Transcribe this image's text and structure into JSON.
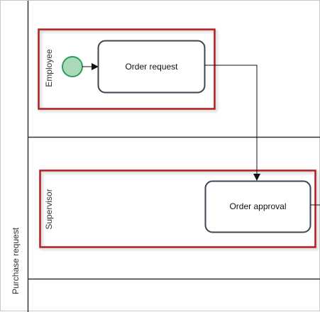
{
  "pool": {
    "label": "Purchase request"
  },
  "lanes": [
    {
      "label": "Employee"
    },
    {
      "label": "Supervisor"
    }
  ],
  "tasks": [
    {
      "label": "Order request"
    },
    {
      "label": "Order approval"
    }
  ],
  "colors": {
    "pool_border": "#333333",
    "task_border": "#3a4650",
    "start_event_fill": "#a9d9b8",
    "start_event_stroke": "#2e9e5a",
    "highlight_border": "#b01f24",
    "flow_line": "#111111"
  }
}
